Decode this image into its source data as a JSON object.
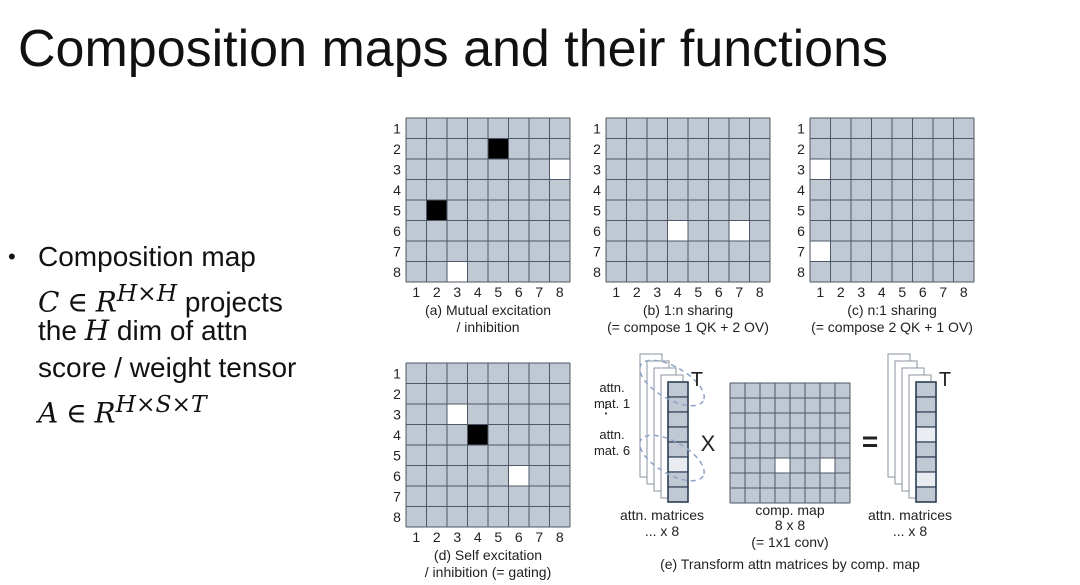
{
  "title": "Composition maps and their functions",
  "bullet": {
    "line1": "Composition map",
    "c_symbol": "C",
    "in": "∈",
    "r_symbol": "R",
    "c_exp": "H×H",
    "projects": "projects",
    "the": "the",
    "h_symbol": "H",
    "dim_of": "dim of attn",
    "line4": "score / weight tensor",
    "a_symbol": "A",
    "a_exp": "H×S×T"
  },
  "axis_labels": [
    "1",
    "2",
    "3",
    "4",
    "5",
    "6",
    "7",
    "8"
  ],
  "colors": {
    "cell": "#c0c9d3",
    "grid": "#4d5766",
    "black": "#000000",
    "white": "#ffffff"
  },
  "maps": [
    {
      "id": "a",
      "caption1": "(a) Mutual excitation",
      "caption2": "/ inhibition",
      "cells": [
        {
          "row": 2,
          "col": 5,
          "color": "black"
        },
        {
          "row": 3,
          "col": 8,
          "color": "white"
        },
        {
          "row": 5,
          "col": 2,
          "color": "black"
        },
        {
          "row": 8,
          "col": 3,
          "color": "white"
        }
      ]
    },
    {
      "id": "b",
      "caption1": "(b) 1:n sharing",
      "caption2": "(= compose 1 QK + 2 OV)",
      "cells": [
        {
          "row": 6,
          "col": 4,
          "color": "white"
        },
        {
          "row": 6,
          "col": 7,
          "color": "white"
        }
      ]
    },
    {
      "id": "c",
      "caption1": "(c) n:1 sharing",
      "caption2": "(= compose 2 QK + 1 OV)",
      "cells": [
        {
          "row": 3,
          "col": 1,
          "color": "white"
        },
        {
          "row": 7,
          "col": 1,
          "color": "white"
        }
      ]
    },
    {
      "id": "d",
      "caption1": "(d) Self excitation",
      "caption2": "/ inhibition (= gating)",
      "cells": [
        {
          "row": 3,
          "col": 3,
          "color": "white"
        },
        {
          "row": 4,
          "col": 4,
          "color": "black"
        },
        {
          "row": 6,
          "col": 6,
          "color": "white"
        }
      ]
    }
  ],
  "transform": {
    "attn_mat_1_line1": "attn.",
    "attn_mat_1_line2": "mat. 1",
    "vdots": "⋮",
    "attn_mat_6_line1": "attn.",
    "attn_mat_6_line2": "mat. 6",
    "t_label": "T",
    "times": "X",
    "equals": "=",
    "left_caption1": "attn. matrices",
    "left_caption2": "... x 8",
    "comp_caption1": "comp. map",
    "comp_caption2": "8 x 8",
    "comp_caption3": "(= 1x1 conv)",
    "right_caption1": "attn. matrices",
    "right_caption2": "... x 8",
    "caption": "(e) Transform attn matrices by comp. map",
    "comp_cells": [
      {
        "row": 6,
        "col": 4,
        "color": "white"
      },
      {
        "row": 6,
        "col": 7,
        "color": "white"
      }
    ],
    "input_column_shades": [
      "#c0c9d3",
      "#c0c9d3",
      "#c0c9d3",
      "#c0c9d3",
      "#c0c9d3",
      "#e9edf2",
      "#c0c9d3",
      "#c0c9d3"
    ],
    "output_column_shades": [
      "#c0c9d3",
      "#c0c9d3",
      "#c0c9d3",
      "#e9edf2",
      "#c0c9d3",
      "#c0c9d3",
      "#e9edf2",
      "#c0c9d3"
    ]
  }
}
